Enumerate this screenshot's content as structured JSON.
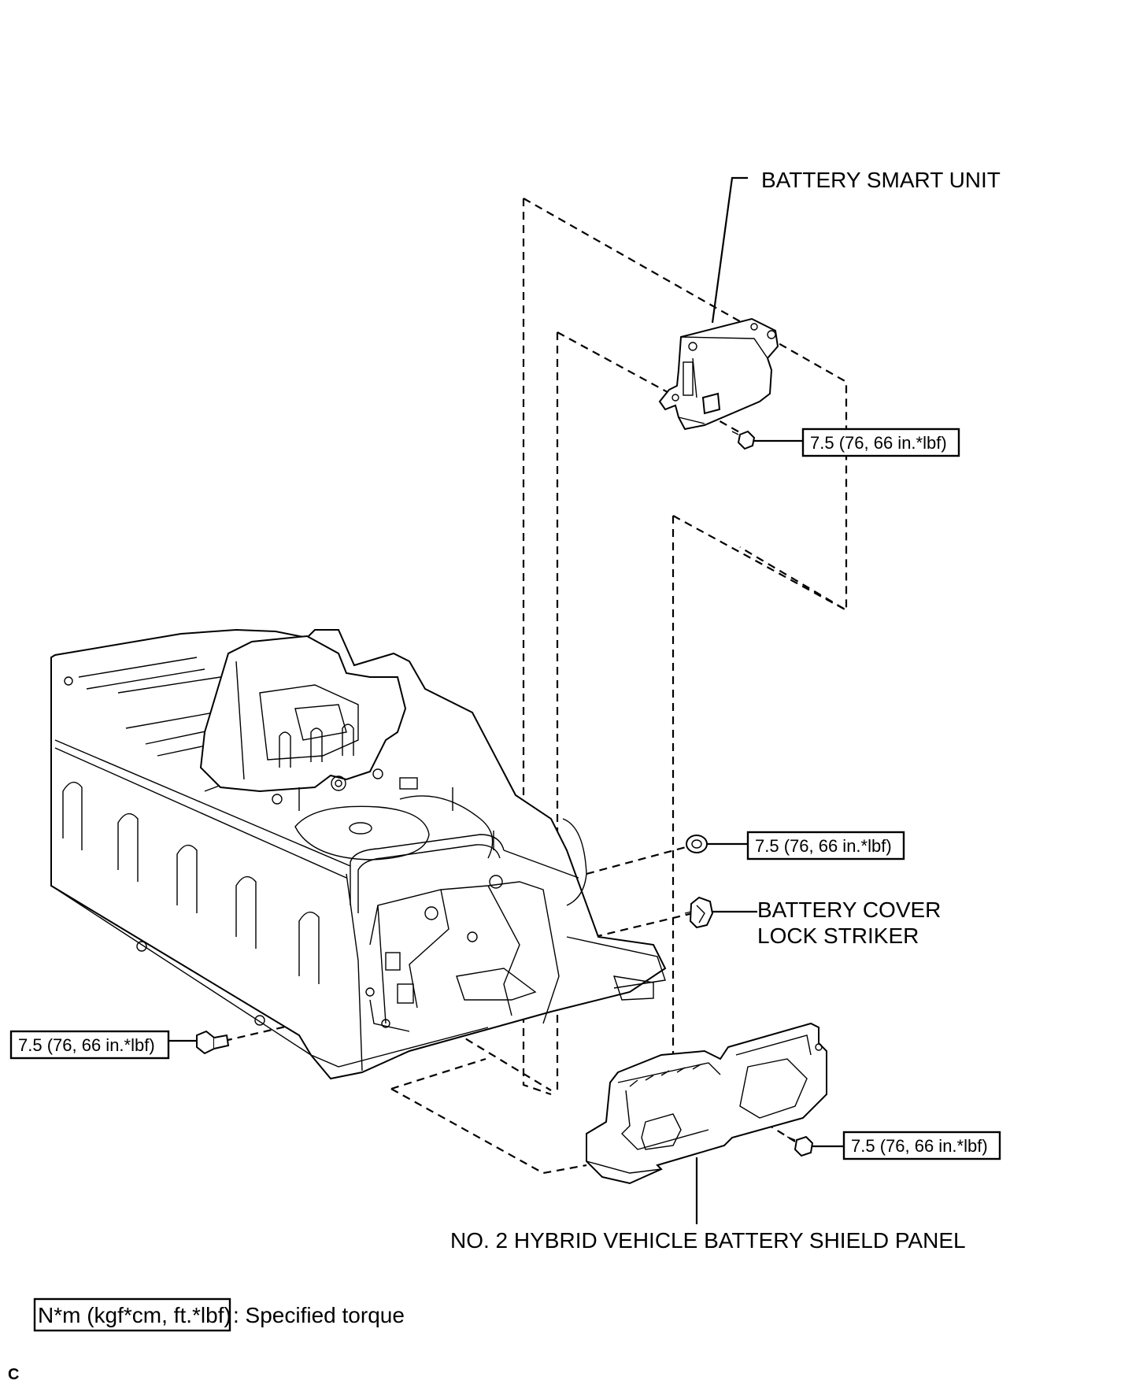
{
  "labels": {
    "battery_smart_unit": "BATTERY SMART UNIT",
    "battery_cover_lock_striker_line1": "BATTERY COVER",
    "battery_cover_lock_striker_line2": "LOCK STRIKER",
    "shield_panel": "NO. 2 HYBRID VEHICLE BATTERY SHIELD PANEL"
  },
  "torques": {
    "smart_unit_bolt": "7.5 (76, 66 in.*lbf)",
    "nut": "7.5 (76, 66 in.*lbf)",
    "left_bolt": "7.5 (76, 66 in.*lbf)",
    "shield_bolt": "7.5 (76, 66 in.*lbf)"
  },
  "legend": {
    "unit_box": "N*m (kgf*cm, ft.*lbf)",
    "description": ": Specified torque"
  },
  "corner_mark": "C"
}
